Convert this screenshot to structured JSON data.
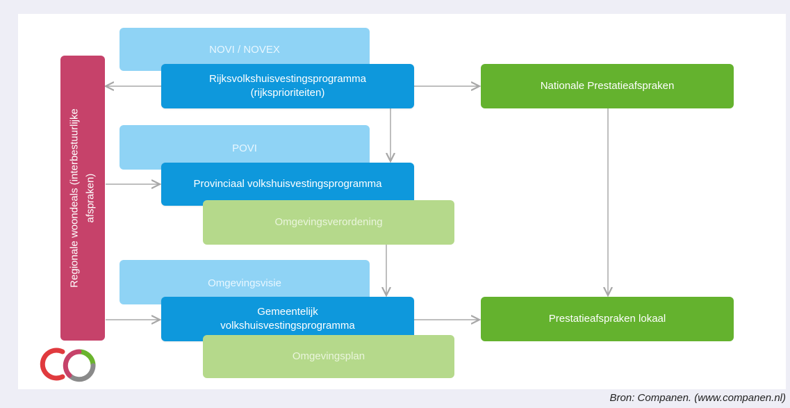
{
  "diagram": {
    "novi": "NOVI / NOVEX",
    "rijks_line1": "Rijksvolkshuisvestingsprogramma",
    "rijks_line2": "(rijksprioriteiten)",
    "nationale": "Nationale Prestatieafspraken",
    "povi": "POVI",
    "provinciaal": "Provinciaal volkshuisvestingsprogramma",
    "omgevingsverordening": "Omgevingsverordening",
    "omgevingsvisie": "Omgevingsvisie",
    "gemeentelijk_line1": "Gemeentelijk",
    "gemeentelijk_line2": "volkshuisvestingsprogramma",
    "omgevingsplan": "Omgevingsplan",
    "lokaal": "Prestatieafspraken lokaal",
    "regionale_line1": "Regionale woondeals (interbestuurlijke",
    "regionale_line2": "afspraken)"
  },
  "source": "Bron: Companen. (www.companen.nl)",
  "colors": {
    "light_blue": "#8fd3f5",
    "blue": "#0e98dc",
    "light_green": "#b5d98b",
    "green": "#64b22e",
    "red": "#c6426a",
    "arrow": "#a8a8a8"
  },
  "logo_icon": "companen-logo-icon"
}
